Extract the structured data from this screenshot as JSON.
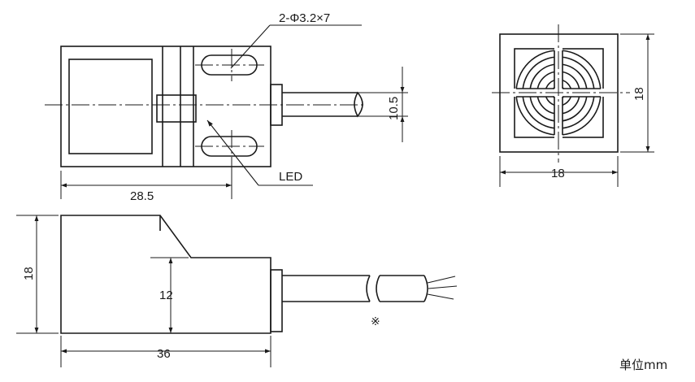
{
  "labels": {
    "slot_spec": "2-Φ3.2×7",
    "led": "LED",
    "dim_top_width": "28.5",
    "dim_cable": "10.5",
    "dim_side_height": "18",
    "dim_side_width": "18",
    "dim_front_height": "18",
    "dim_sensing_height": "12",
    "dim_total_length": "36",
    "asterisk": "※",
    "unit": "单位mm"
  }
}
